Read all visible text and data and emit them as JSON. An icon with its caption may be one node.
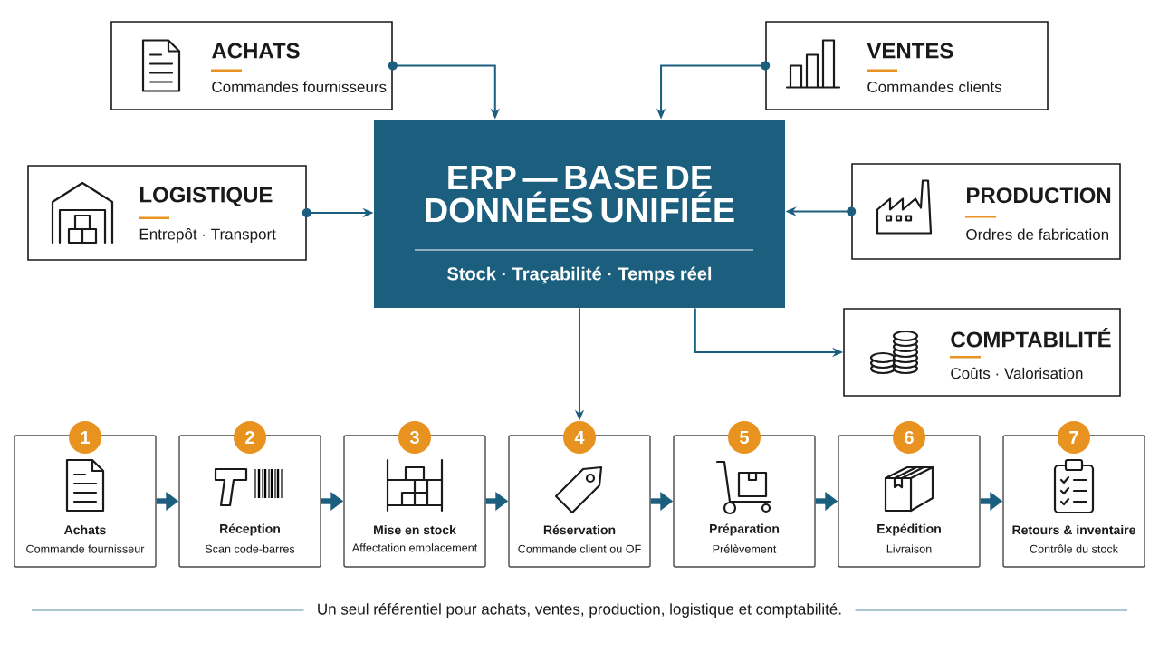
{
  "diagram": {
    "nodes": [
      {
        "text": [
          "ERP — BASE DE DONNÉES UNIFIÉE",
          "Stock · Traçabilité · Temps réel"
        ]
      },
      {
        "text": [
          "ACHATS",
          "Commandes fournisseurs"
        ]
      },
      {
        "text": [
          "VENTES",
          "Commandes clients"
        ]
      },
      {
        "text": [
          "LOGISTIQUE",
          "Entrepôt · Transport"
        ]
      },
      {
        "text": [
          "PRODUCTION",
          "Ordres de fabrication"
        ]
      },
      {
        "text": [
          "COMPTABILITÉ",
          "Coûts · Valorisation"
        ]
      },
      {
        "text": [
          "1",
          "Achats",
          "Commande fournisseur"
        ]
      },
      {
        "text": [
          "2",
          "Réception",
          "Scan code-barres"
        ]
      },
      {
        "text": [
          "3",
          "Mise en stock",
          "Affectation emplacement"
        ]
      },
      {
        "text": [
          "4",
          "Réservation",
          "Commande client ou OF"
        ]
      },
      {
        "text": [
          "5",
          "Préparation",
          "Prélèvement"
        ]
      },
      {
        "text": [
          "6",
          "Expédition",
          "Livraison"
        ]
      },
      {
        "text": [
          "7",
          "Retours & inventaire",
          "Contrôle du stock"
        ]
      }
    ],
    "edges": [
      {
        "from": 1,
        "to": 0,
        "arrow": "to"
      },
      {
        "from": 2,
        "to": 0,
        "arrow": "to"
      },
      {
        "from": 3,
        "to": 0,
        "arrow": "to"
      },
      {
        "from": 4,
        "to": 0,
        "arrow": "to"
      },
      {
        "from": 0,
        "to": 5,
        "arrow": "to"
      },
      {
        "from": 0,
        "to": 9,
        "arrow": "to"
      },
      {
        "from": 6,
        "to": 7,
        "arrow": "to",
        "style": "thick"
      },
      {
        "from": 7,
        "to": 8,
        "arrow": "to",
        "style": "thick"
      },
      {
        "from": 8,
        "to": 9,
        "arrow": "to",
        "style": "thick"
      },
      {
        "from": 9,
        "to": 10,
        "arrow": "to",
        "style": "thick"
      },
      {
        "from": 10,
        "to": 11,
        "arrow": "to",
        "style": "thick"
      },
      {
        "from": 11,
        "to": 12,
        "arrow": "to",
        "style": "thick"
      }
    ],
    "caption": "Un seul référentiel pour achats, ventes, production, logistique et comptabilité."
  }
}
